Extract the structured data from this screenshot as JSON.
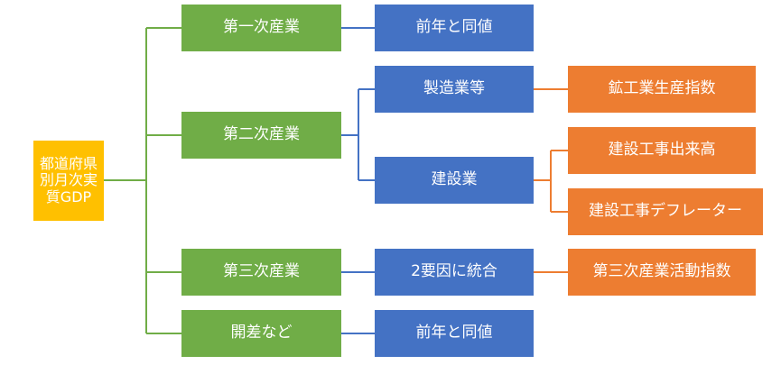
{
  "root": {
    "label": "都道府県\n別月次実\n質GDP"
  },
  "level1": [
    {
      "label": "第一次産業"
    },
    {
      "label": "第二次産業"
    },
    {
      "label": "第三次産業"
    },
    {
      "label": "開差など"
    }
  ],
  "level2": [
    {
      "label": "前年と同値"
    },
    {
      "label": "製造業等"
    },
    {
      "label": "建設業"
    },
    {
      "label": "2要因に統合"
    },
    {
      "label": "前年と同値"
    }
  ],
  "level3": [
    {
      "label": "鉱工業生産指数"
    },
    {
      "label": "建設工事出来高"
    },
    {
      "label": "建設工事デフレーター"
    },
    {
      "label": "第三次産業活動指数"
    }
  ],
  "colors": {
    "root": "#FFC000",
    "level1": "#70AD47",
    "level2": "#4472C4",
    "level3": "#ED7D31"
  }
}
